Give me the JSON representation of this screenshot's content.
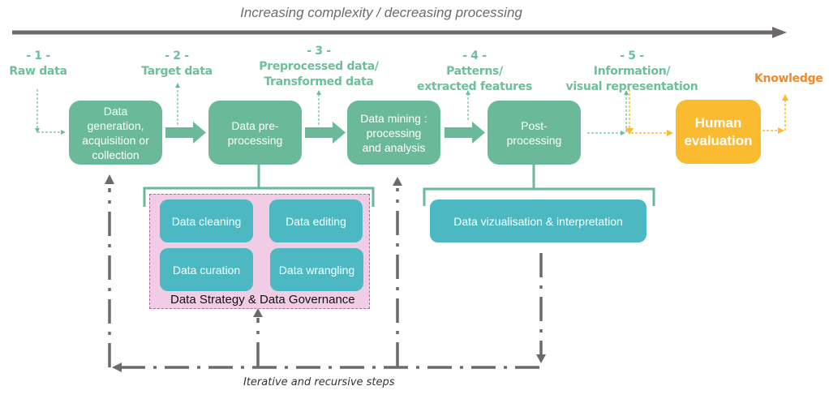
{
  "header": {
    "caption": "Increasing complexity / decreasing processing"
  },
  "stages": [
    {
      "number": "- 1 -",
      "line1": "Raw data",
      "line2": ""
    },
    {
      "number": "- 2 -",
      "line1": "Target data",
      "line2": ""
    },
    {
      "number": "- 3 -",
      "line1": "Preprocessed data/",
      "line2": "Transformed data"
    },
    {
      "number": "- 4 -",
      "line1": "Patterns/",
      "line2": "extracted features"
    },
    {
      "number": "- 5 -",
      "line1": "Information/",
      "line2": "visual representation"
    }
  ],
  "knowledge_label": "Knowledge",
  "steps": [
    {
      "lines": [
        "Data",
        "generation,",
        "acquisition or",
        "collection"
      ]
    },
    {
      "lines": [
        "Data pre-",
        "processing"
      ]
    },
    {
      "lines": [
        "Data mining :",
        "processing",
        "and analysis"
      ]
    },
    {
      "lines": [
        "Post-",
        "processing"
      ]
    }
  ],
  "human_evaluation": {
    "lines": [
      "Human",
      "evaluation"
    ]
  },
  "preprocessing_tasks": [
    "Data cleaning",
    "Data editing",
    "Data curation",
    "Data wrangling"
  ],
  "governance_label": "Data Strategy & Data Governance",
  "postprocessing_task": "Data vizualisation & interpretation",
  "iteration_caption": "Iterative and recursive steps",
  "colors": {
    "step_green": "#6aba9a",
    "stage_text": "#6dbf9c",
    "human_yellow": "#fbbb31",
    "knowledge_orange": "#f0892e",
    "task_teal": "#4cb8c2",
    "governance_pink": "#f1cde5",
    "governance_border": "#b5679a",
    "arrow_gray": "#6e6a6b"
  }
}
